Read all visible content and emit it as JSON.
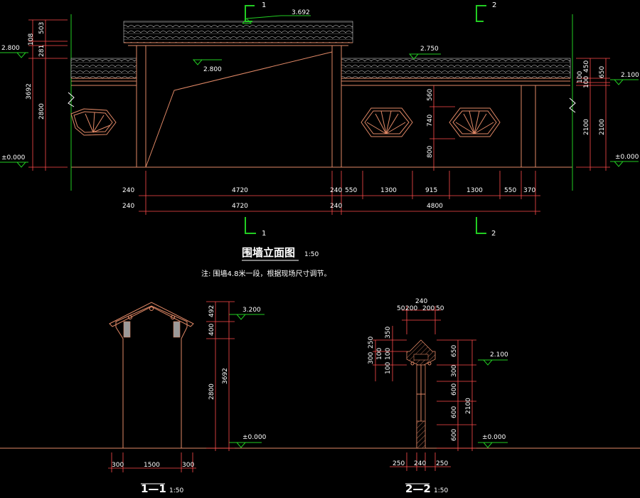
{
  "elevation": {
    "title": "围墙立面图",
    "scale": "1:50",
    "note": "注: 围墙4.8米一段，根据现场尺寸调节。",
    "levels": {
      "ridge": "3.692",
      "left_roof": "2.800",
      "gate_beam": "2.800",
      "right_roof": "2.750",
      "right_cap": "2.100",
      "ground_left": "±0.000",
      "ground_right": "±0.000"
    },
    "section_marks": {
      "s1": "1",
      "s2": "2"
    },
    "left_dims": [
      "503",
      "108",
      "281",
      "2800",
      "3692"
    ],
    "right_dims": [
      "450",
      "100",
      "100",
      "2100",
      "650",
      "2100"
    ],
    "window_dims": [
      "560",
      "740",
      "800"
    ],
    "bottom_dims_row1": [
      "240",
      "4720",
      "240",
      "550",
      "1300",
      "915",
      "1300",
      "550",
      "370"
    ],
    "bottom_dims_row2": [
      "240",
      "4720",
      "240",
      "4800"
    ]
  },
  "section_1": {
    "title": "1—1",
    "scale": "1:50",
    "level_top": "3.200",
    "level_ground": "±0.000",
    "vert_dims": [
      "492",
      "400",
      "2800",
      "3692"
    ],
    "bottom_dims": [
      "300",
      "1500",
      "300"
    ]
  },
  "section_2": {
    "title": "2—2",
    "scale": "1:50",
    "level_top": "2.100",
    "level_ground": "±0.000",
    "top_dims": [
      "240",
      "50",
      "200",
      "200",
      "50"
    ],
    "left_dims": [
      "350",
      "300",
      "250",
      "100",
      "100",
      "100"
    ],
    "right_dims": [
      "650",
      "300",
      "600",
      "600",
      "600",
      "2100"
    ],
    "bottom_dims": [
      "250",
      "240",
      "250"
    ]
  },
  "colors": {
    "background": "#000000",
    "wall_line": "#e08866",
    "dimension_line": "#ff4b4b",
    "section_mark": "#22cc22",
    "text": "#ffffff"
  }
}
